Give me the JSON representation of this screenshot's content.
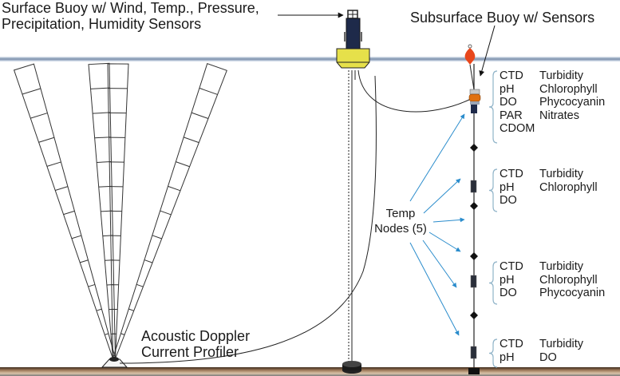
{
  "title_labels": {
    "surface_buoy": [
      "Surface Buoy w/ Wind, Temp., Pressure,",
      "Precipitation, Humidity Sensors"
    ],
    "subsurface_buoy": "Subsurface Buoy w/ Sensors",
    "adcp": [
      "Acoustic Doppler",
      "Current Profiler"
    ],
    "temp_nodes": [
      "Temp",
      "Nodes (5)"
    ]
  },
  "sensor_groups": [
    {
      "name": "surface-sensor-group",
      "rows": [
        [
          "CTD",
          "Turbidity"
        ],
        [
          "pH",
          "Chlorophyll"
        ],
        [
          "DO",
          "Phycocyanin"
        ],
        [
          "PAR",
          "Nitrates"
        ],
        [
          "CDOM",
          ""
        ]
      ]
    },
    {
      "name": "sensor-group-2",
      "rows": [
        [
          "CTD",
          "Turbidity"
        ],
        [
          "pH",
          "Chlorophyll"
        ],
        [
          "DO",
          ""
        ]
      ]
    },
    {
      "name": "sensor-group-3",
      "rows": [
        [
          "CTD",
          "Turbidity"
        ],
        [
          "pH",
          "Chlorophyll"
        ],
        [
          "DO",
          "Phycocyanin"
        ]
      ]
    },
    {
      "name": "sensor-group-4",
      "rows": [
        [
          "CTD",
          "Turbidity"
        ],
        [
          "pH",
          "DO"
        ]
      ]
    }
  ],
  "temp_node_count": 5,
  "adcp_beam_count": 4,
  "colors": {
    "water_line": "#9fb3cc",
    "buoy_yellow": "#e6e04a",
    "subsurface_float": "#e8471c",
    "arrow_blue": "#2a8ccc",
    "brace_blue": "#8fb3c8",
    "seafloor": "#8a6a4e",
    "seafloor_dark": "#5a4030"
  },
  "icons": {
    "surface_buoy": "surface-buoy-icon",
    "subsurface_float": "subsurface-float-icon",
    "adcp": "adcp-icon",
    "anchor": "anchor-weight-icon"
  }
}
